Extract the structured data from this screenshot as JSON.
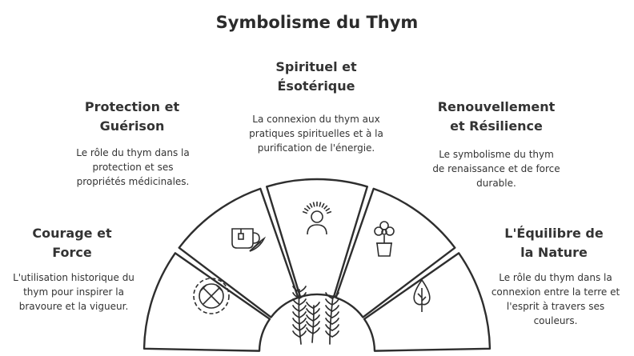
{
  "title": "Symbolisme du Thym",
  "sections": {
    "courage": {
      "title": "Courage et\nForce",
      "description": "L'utilisation historique du thym pour inspirer la bravoure et la vigueur.",
      "icon": "shield-swords-icon"
    },
    "protection": {
      "title": "Protection et\nGuérison",
      "description": "Le rôle du thym dans la protection et ses propriétés médicinales.",
      "icon": "tea-cup-icon"
    },
    "spirituel": {
      "title": "Spirituel et\nÉsotérique",
      "description": "La connexion du thym aux pratiques spirituelles et à la purification de l'énergie.",
      "icon": "meditation-person-icon"
    },
    "renouvellement": {
      "title": "Renouvellement\net Résilience",
      "description": "Le symbolisme du thym de renaissance et de force durable.",
      "icon": "potted-plant-icon"
    },
    "equilibre": {
      "title": "L'Équilibre de\nla Nature",
      "description": "Le rôle du thym dans la connexion entre la terre et l'esprit à travers ses couleurs.",
      "icon": "tree-icon"
    }
  },
  "center_icon": "thyme-sprigs-icon",
  "colors": {
    "outline": "#2e2e2e",
    "segment_fill": "#ffffff",
    "text": "#333333"
  }
}
